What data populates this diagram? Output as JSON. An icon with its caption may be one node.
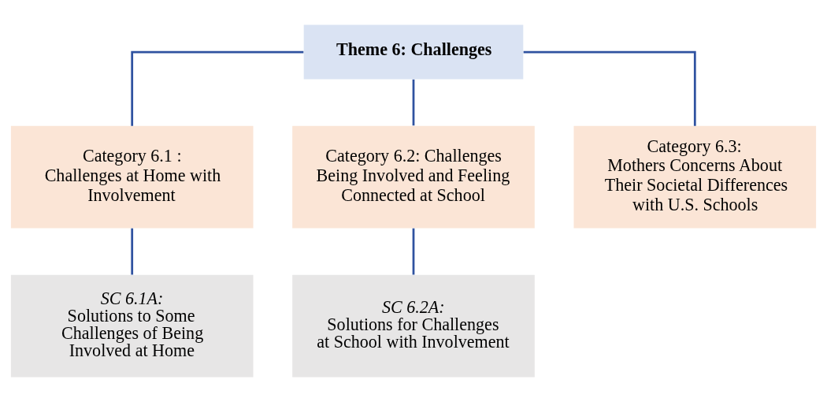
{
  "diagram": {
    "nodes": [
      {
        "text": [
          "Theme 6: Challenges"
        ]
      },
      {
        "text": [
          "Category 6.1 :",
          "Challenges at Home with Involvement"
        ]
      },
      {
        "text": [
          "Category 6.2: Challenges Being Involved and Feeling Connected at School"
        ]
      },
      {
        "text": [
          "Category 6.3:",
          "Mothers Concerns About Their Societal Differences with U.S. Schools"
        ]
      },
      {
        "text": [
          "SC 6.1A:",
          "Solutions to Some Challenges of Being Involved at Home"
        ]
      },
      {
        "text": [
          "SC 6.2A:",
          "Solutions for Challenges at School with Involvement"
        ]
      }
    ],
    "edges": [
      {
        "from": 0,
        "to": 1,
        "arrow": "none"
      },
      {
        "from": 0,
        "to": 2,
        "arrow": "none"
      },
      {
        "from": 0,
        "to": 3,
        "arrow": "none"
      },
      {
        "from": 1,
        "to": 4,
        "arrow": "none"
      },
      {
        "from": 2,
        "to": 5,
        "arrow": "none"
      }
    ]
  }
}
